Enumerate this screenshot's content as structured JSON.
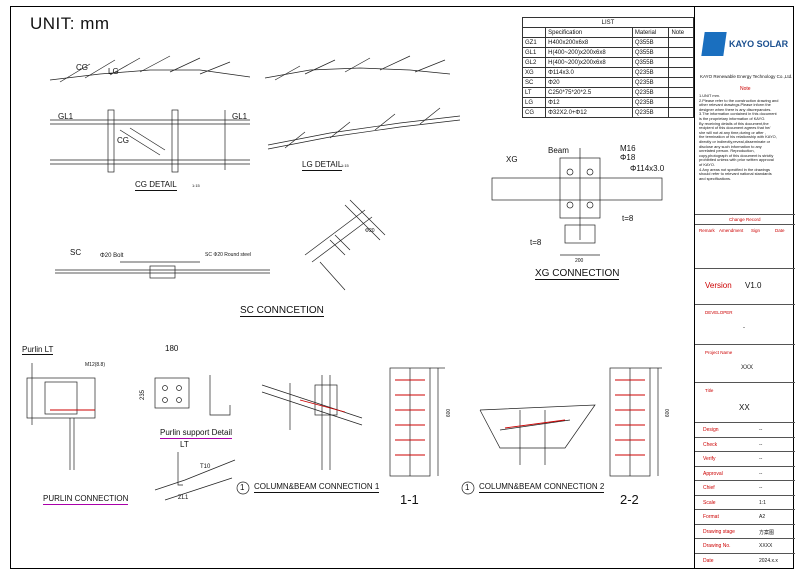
{
  "unit_label": "UNIT: mm",
  "list_table": {
    "title": "LIST",
    "headers": [
      "",
      "Specification",
      "Material",
      "Note"
    ],
    "rows": [
      [
        "GZ1",
        "H400x200x6x8",
        "Q355B",
        ""
      ],
      [
        "GL1",
        "H(400~200)x200x6x8",
        "Q355B",
        ""
      ],
      [
        "GL2",
        "H(400~200)x200x6x8",
        "Q355B",
        ""
      ],
      [
        "XG",
        "Φ114x3.0",
        "Q235B",
        ""
      ],
      [
        "SC",
        "Φ20",
        "Q235B",
        ""
      ],
      [
        "LT",
        "C250*75*20*2.5",
        "Q235B",
        ""
      ],
      [
        "LG",
        "Φ12",
        "Q235B",
        ""
      ],
      [
        "CG",
        "Φ32X2.0+Φ12",
        "Q235B",
        ""
      ]
    ]
  },
  "title_block": {
    "logo_text": "KAYO SOLAR",
    "company": "KAYO Renewable Energy Technology Co.,Ltd.",
    "note_title": "Note",
    "notes": [
      "1.UNIT mm.",
      "2.Please refer to the construction drawing and",
      "other relevant drawings.Please inform the",
      "designer when there is any discrepancies.",
      "3.The information contained in this document",
      "is the proprietary information of KAYO.",
      "By receiving details of this document,the",
      "recipient of this document agrees that he/",
      "she will not at any time,during or after ,",
      "the termination of his relationship with KAYO,",
      "directly or indirectly,reveal,disseminate or",
      "disclose any such information to any",
      "unrelated person. Reproduction,",
      "copy,photograph of this document is strictly",
      "prohibited unless with prior written approval",
      "of KAYO.",
      "4.Any areas not specified in the drawings",
      "should refer to relevant national standards",
      "and specifications."
    ],
    "change_record": "Change Record",
    "change_cols": [
      "Remark",
      "Amendment",
      "Sign",
      "Date"
    ],
    "version_label": "Version",
    "version_value": "V1.0",
    "developer_label": "DEVELOPER",
    "developer_value": "-",
    "project_label": "Project Name",
    "project_value": "XXX",
    "title_label": "Title",
    "title_value": "XX",
    "fields": [
      {
        "k": "Design",
        "v": "--"
      },
      {
        "k": "Check",
        "v": "--"
      },
      {
        "k": "Verify",
        "v": "--"
      },
      {
        "k": "Approval",
        "v": "--"
      },
      {
        "k": "Chief",
        "v": "--"
      },
      {
        "k": "Scale",
        "v": "1:1"
      },
      {
        "k": "Format",
        "v": "A2"
      },
      {
        "k": "Drawing stage",
        "v": "方案图"
      },
      {
        "k": "Drawing No.",
        "v": "XXXX"
      },
      {
        "k": "Date",
        "v": "2024.x.x"
      }
    ]
  },
  "labels": {
    "cg_detail": "CG DETAIL",
    "cg_scale": "1:15",
    "lg_detail": "LG DETAIL",
    "lg_scale": "1:15",
    "sc_connection": "SC CONNCETION",
    "xg_connection": "XG CONNECTION",
    "purlin_connection": "PURLIN CONNECTION",
    "purlin_support": "Purlin support Detail",
    "col_beam_1": "COLUMN&BEAM CONNECTION 1",
    "col_beam_2": "COLUMN&BEAM CONNECTION 2",
    "section_11": "1-1",
    "section_22": "2-2",
    "circle_1": "1",
    "purlin_lt": "Purlin LT",
    "sc_bolt": "Φ20 Bolt",
    "sc_round": "SC Φ20 Round steel",
    "xg": "XG",
    "beam": "Beam",
    "m16": "M16",
    "d18": "Φ18",
    "d114": "Φ114x3.0",
    "t8a": "t=8",
    "t8b": "t=8",
    "dim_200": "200",
    "dim_180": "180",
    "dim_235": "235",
    "dim_600": "600",
    "lt": "LT",
    "t10": "T10",
    "zl1": "ZL1",
    "m12": "M12(8.8)",
    "cg": "CG",
    "lg": "LG",
    "gl1": "GL1",
    "sc": "SC",
    "d20": "Φ20"
  }
}
